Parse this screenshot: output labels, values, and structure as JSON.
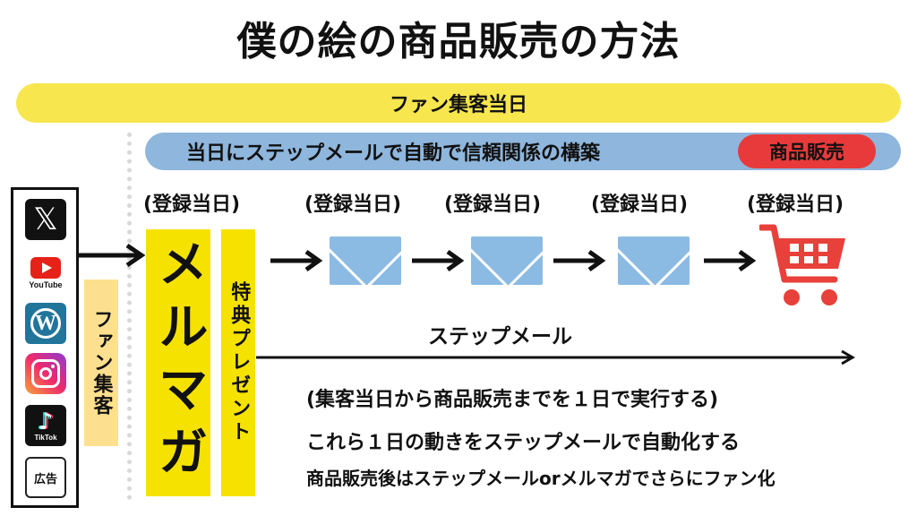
{
  "title": "僕の絵の商品販売の方法",
  "bands": {
    "fan_day": "ファン集客当日",
    "automation": "当日にステップメールで自動で信頼関係の構築",
    "sales": "商品販売"
  },
  "social_icons": [
    {
      "name": "x-icon",
      "label": ""
    },
    {
      "name": "youtube-icon",
      "label": "YouTube"
    },
    {
      "name": "wordpress-icon",
      "label": ""
    },
    {
      "name": "instagram-icon",
      "label": ""
    },
    {
      "name": "tiktok-icon",
      "label": "TikTok"
    },
    {
      "name": "ad-icon",
      "label": "広告"
    }
  ],
  "vertical_labels": {
    "fan": "ファン集客",
    "mailmag": "メルマガ",
    "gift": "特典プレゼント"
  },
  "registration_label": "(登録当日)",
  "step_mail_label": "ステップメール",
  "notes": [
    "(集客当日から商品販売までを１日で実行する)",
    "これら１日の動きをステップメールで自動化する",
    "商品販売後はステップメールorメルマガでさらにファン化"
  ],
  "colors": {
    "yellow_band": "#f7e64e",
    "blue_band": "#8fb6dc",
    "sales_red": "#e83a3a",
    "mailmag_yellow": "#f6e200",
    "fan_label": "#fde08f",
    "envelope": "#8bbbe3",
    "cart": "#e8403a"
  }
}
